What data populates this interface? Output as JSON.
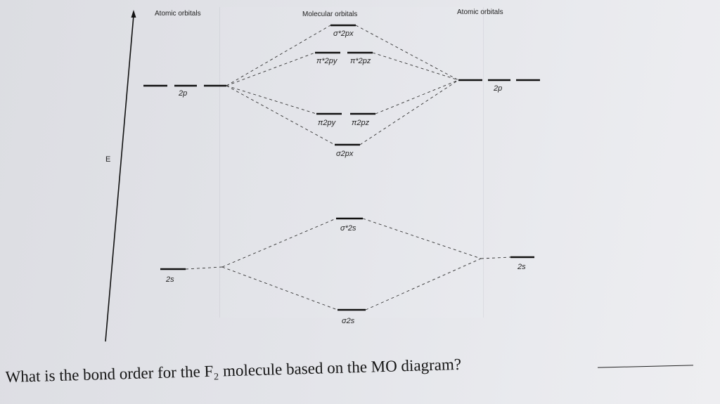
{
  "headers": {
    "left": "Atomic orbitals",
    "middle": "Molecular orbitals",
    "right": "Atomic orbitals"
  },
  "axis": {
    "label": "E"
  },
  "labels": {
    "left_2p": "2p",
    "right_2p": "2p",
    "left_2s": "2s",
    "right_2s": "2s",
    "sigma_star_2px": "σ*2px",
    "pi_star_2py": "π*2py",
    "pi_star_2pz": "π*2pz",
    "pi_2py": "π2py",
    "pi_2pz": "π2pz",
    "sigma_2px": "σ2px",
    "sigma_star_2s": "σ*2s",
    "sigma_2s": "σ2s"
  },
  "question": {
    "text": "What is the bond order for the F₂ molecule based on the MO diagram?"
  }
}
